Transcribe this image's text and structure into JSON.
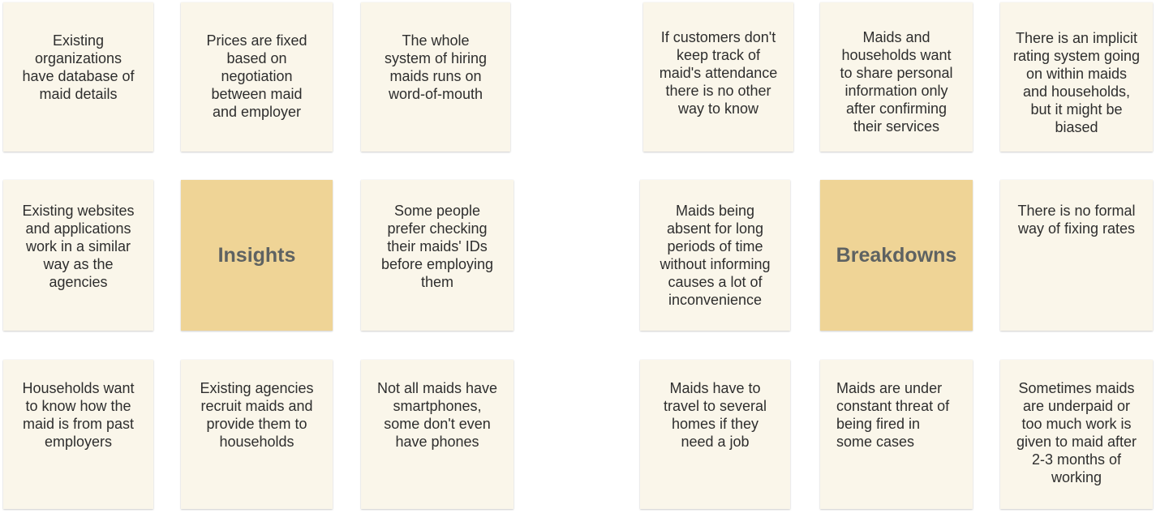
{
  "colors": {
    "note_background": "#faf6ea",
    "header_background": "#efd496",
    "header_text": "#5e6262",
    "note_text": "#2e2e2e"
  },
  "clusters": [
    {
      "header": "Insights",
      "notes": [
        "Existing\norganizations\nhave database of\nmaid details",
        "Prices are fixed\nbased on\nnegotiation\nbetween maid\nand employer",
        "The whole\nsystem of hiring\nmaids runs on\nword-of-mouth",
        "Existing websites\nand applications\nwork in a similar\nway as the\nagencies",
        "Some people\nprefer checking\ntheir maids' IDs\nbefore employing\nthem",
        "Households want\nto know how the\nmaid is from past\nemployers",
        "Existing agencies\nrecruit maids and\nprovide them to\nhouseholds",
        "Not all maids have\nsmartphones,\nsome don't even\nhave phones"
      ]
    },
    {
      "header": "Breakdowns",
      "notes": [
        "If customers don't\nkeep track of\nmaid's attendance\nthere is no other\nway to know",
        "Maids and\nhouseholds want\nto share personal\ninformation only\nafter confirming\ntheir services",
        "There is an implicit\nrating system going\non within maids\nand households,\nbut it might be\nbiased",
        "Maids being\nabsent for long\nperiods of time\nwithout informing\ncauses a lot of\ninconvenience",
        "There is no formal\nway of fixing rates",
        "Maids have to\ntravel to several\nhomes if they\nneed a job",
        "Maids are under\nconstant threat of\nbeing fired in\nsome cases",
        "Sometimes maids\nare underpaid or\ntoo much work is\ngiven to maid after\n2-3 months of\nworking"
      ]
    }
  ]
}
